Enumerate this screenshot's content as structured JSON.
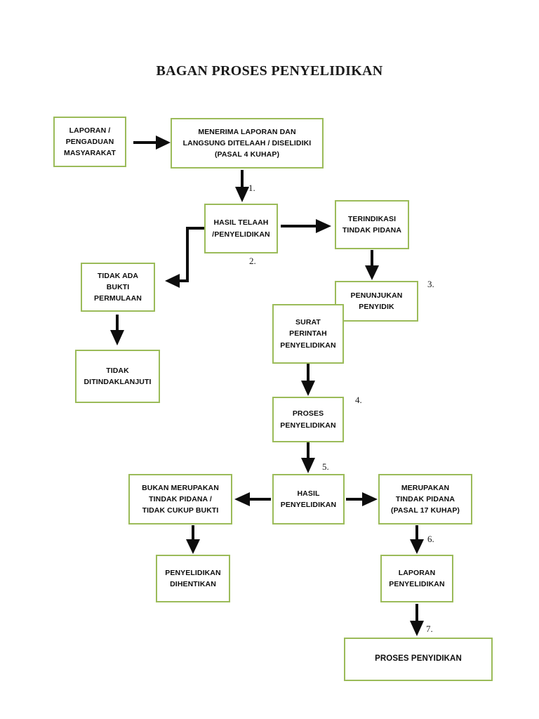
{
  "title": "BAGAN PROSES PENYELIDIKAN",
  "theme": {
    "box_border": "#9BBB59",
    "box_fill": "#FFFFFF",
    "text": "#0D0D0D",
    "arrow": "#0D0D0D",
    "page_background": "#FFFFFF"
  },
  "nodes": {
    "laporan_pengaduan": {
      "l1": "LAPORAN /",
      "l2": "PENGADUAN",
      "l3": "MASYARAKAT"
    },
    "menerima_laporan": {
      "l1": "MENERIMA LAPORAN DAN",
      "l2": "LANGSUNG DITELAAH / DISELIDIKI",
      "l3": "(PASAL 4 KUHAP)"
    },
    "hasil_telaah": {
      "l1": "HASIL TELAAH",
      "l2": "/PENYELIDIKAN"
    },
    "terindikasi": {
      "l1": "TERINDIKASI",
      "l2": "TINDAK PIDANA"
    },
    "tidak_ada_bukti": {
      "l1": "TIDAK ADA",
      "l2": "BUKTI",
      "l3": "PERMULAAN"
    },
    "tidak_ditindaklanjuti": {
      "l1": "TIDAK",
      "l2": "DITINDAKLANJUTI"
    },
    "penunjukan_penyidik": {
      "l1": "PENUNJUKAN",
      "l2": "PENYIDIK"
    },
    "surat_perintah": {
      "l1": "SURAT",
      "l2": "PERINTAH",
      "l3": "PENYELIDIKAN"
    },
    "proses_penyelidikan": {
      "l1": "PROSES",
      "l2": "PENYELIDIKAN"
    },
    "hasil_penyelidikan": {
      "l1": "HASIL",
      "l2": "PENYELIDIKAN"
    },
    "bukan_tindak_pidana": {
      "l1": "BUKAN MERUPAKAN",
      "l2": "TINDAK PIDANA /",
      "l3": "TIDAK CUKUP BUKTI"
    },
    "merupakan_tindak_pidana": {
      "l1": "MERUPAKAN",
      "l2": "TINDAK PIDANA",
      "l3": "(PASAL 17 KUHAP)"
    },
    "penyelidikan_dihentikan": {
      "l1": "PENYELIDIKAN",
      "l2": "DIHENTIKAN"
    },
    "laporan_penyelidikan": {
      "l1": "LAPORAN",
      "l2": "PENYELIDIKAN"
    },
    "proses_penyidikan": {
      "l1": "PROSES PENYIDIKAN"
    }
  },
  "step_numbers": {
    "s1": "1.",
    "s2": "2.",
    "s3": "3.",
    "s4": "4.",
    "s5": "5.",
    "s6": "6.",
    "s7": "7."
  }
}
